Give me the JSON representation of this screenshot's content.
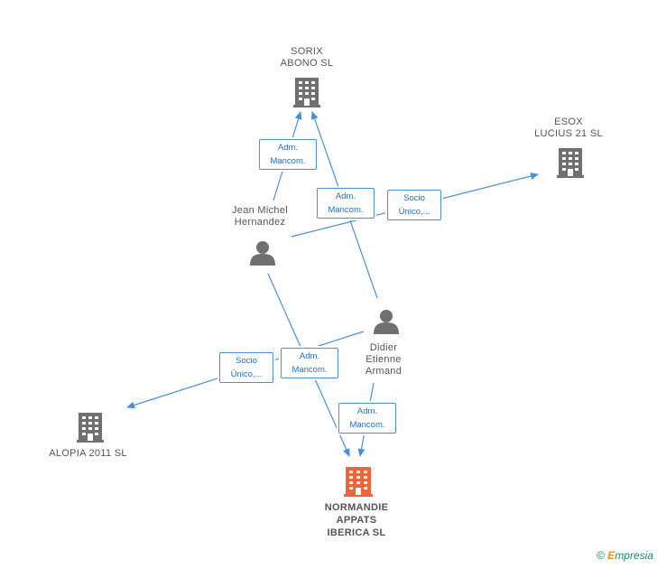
{
  "nodes": {
    "sorix": {
      "label": "SORIX\nABONO  SL"
    },
    "esox": {
      "label": "ESOX\nLUCIUS 21 SL"
    },
    "alopia": {
      "label": "ALOPIA 2011 SL"
    },
    "normandie": {
      "label": "NORMANDIE\nAPPATS\nIBERICA SL"
    },
    "jean": {
      "label": "Jean Michel\nHernandez"
    },
    "didier": {
      "label": "Didier\nEtienne\nArmand"
    }
  },
  "edges": {
    "jean_sorix": "Adm.\nMancom.",
    "didier_sorix": "Adm.\nMancom.",
    "jean_esox": "Socio\nÚnico,...",
    "didier_alopia": "Socio\nÚnico,...",
    "jean_normandie": "Adm.\nMancom.",
    "didier_normandie": "Adm.\nMancom."
  },
  "colors": {
    "edge": "#4a90d9",
    "building": "#707070",
    "main_building": "#f0643c",
    "person": "#707070"
  },
  "footer": {
    "copyright": "©",
    "brand_e": "E",
    "brand_rest": "mpresia"
  }
}
